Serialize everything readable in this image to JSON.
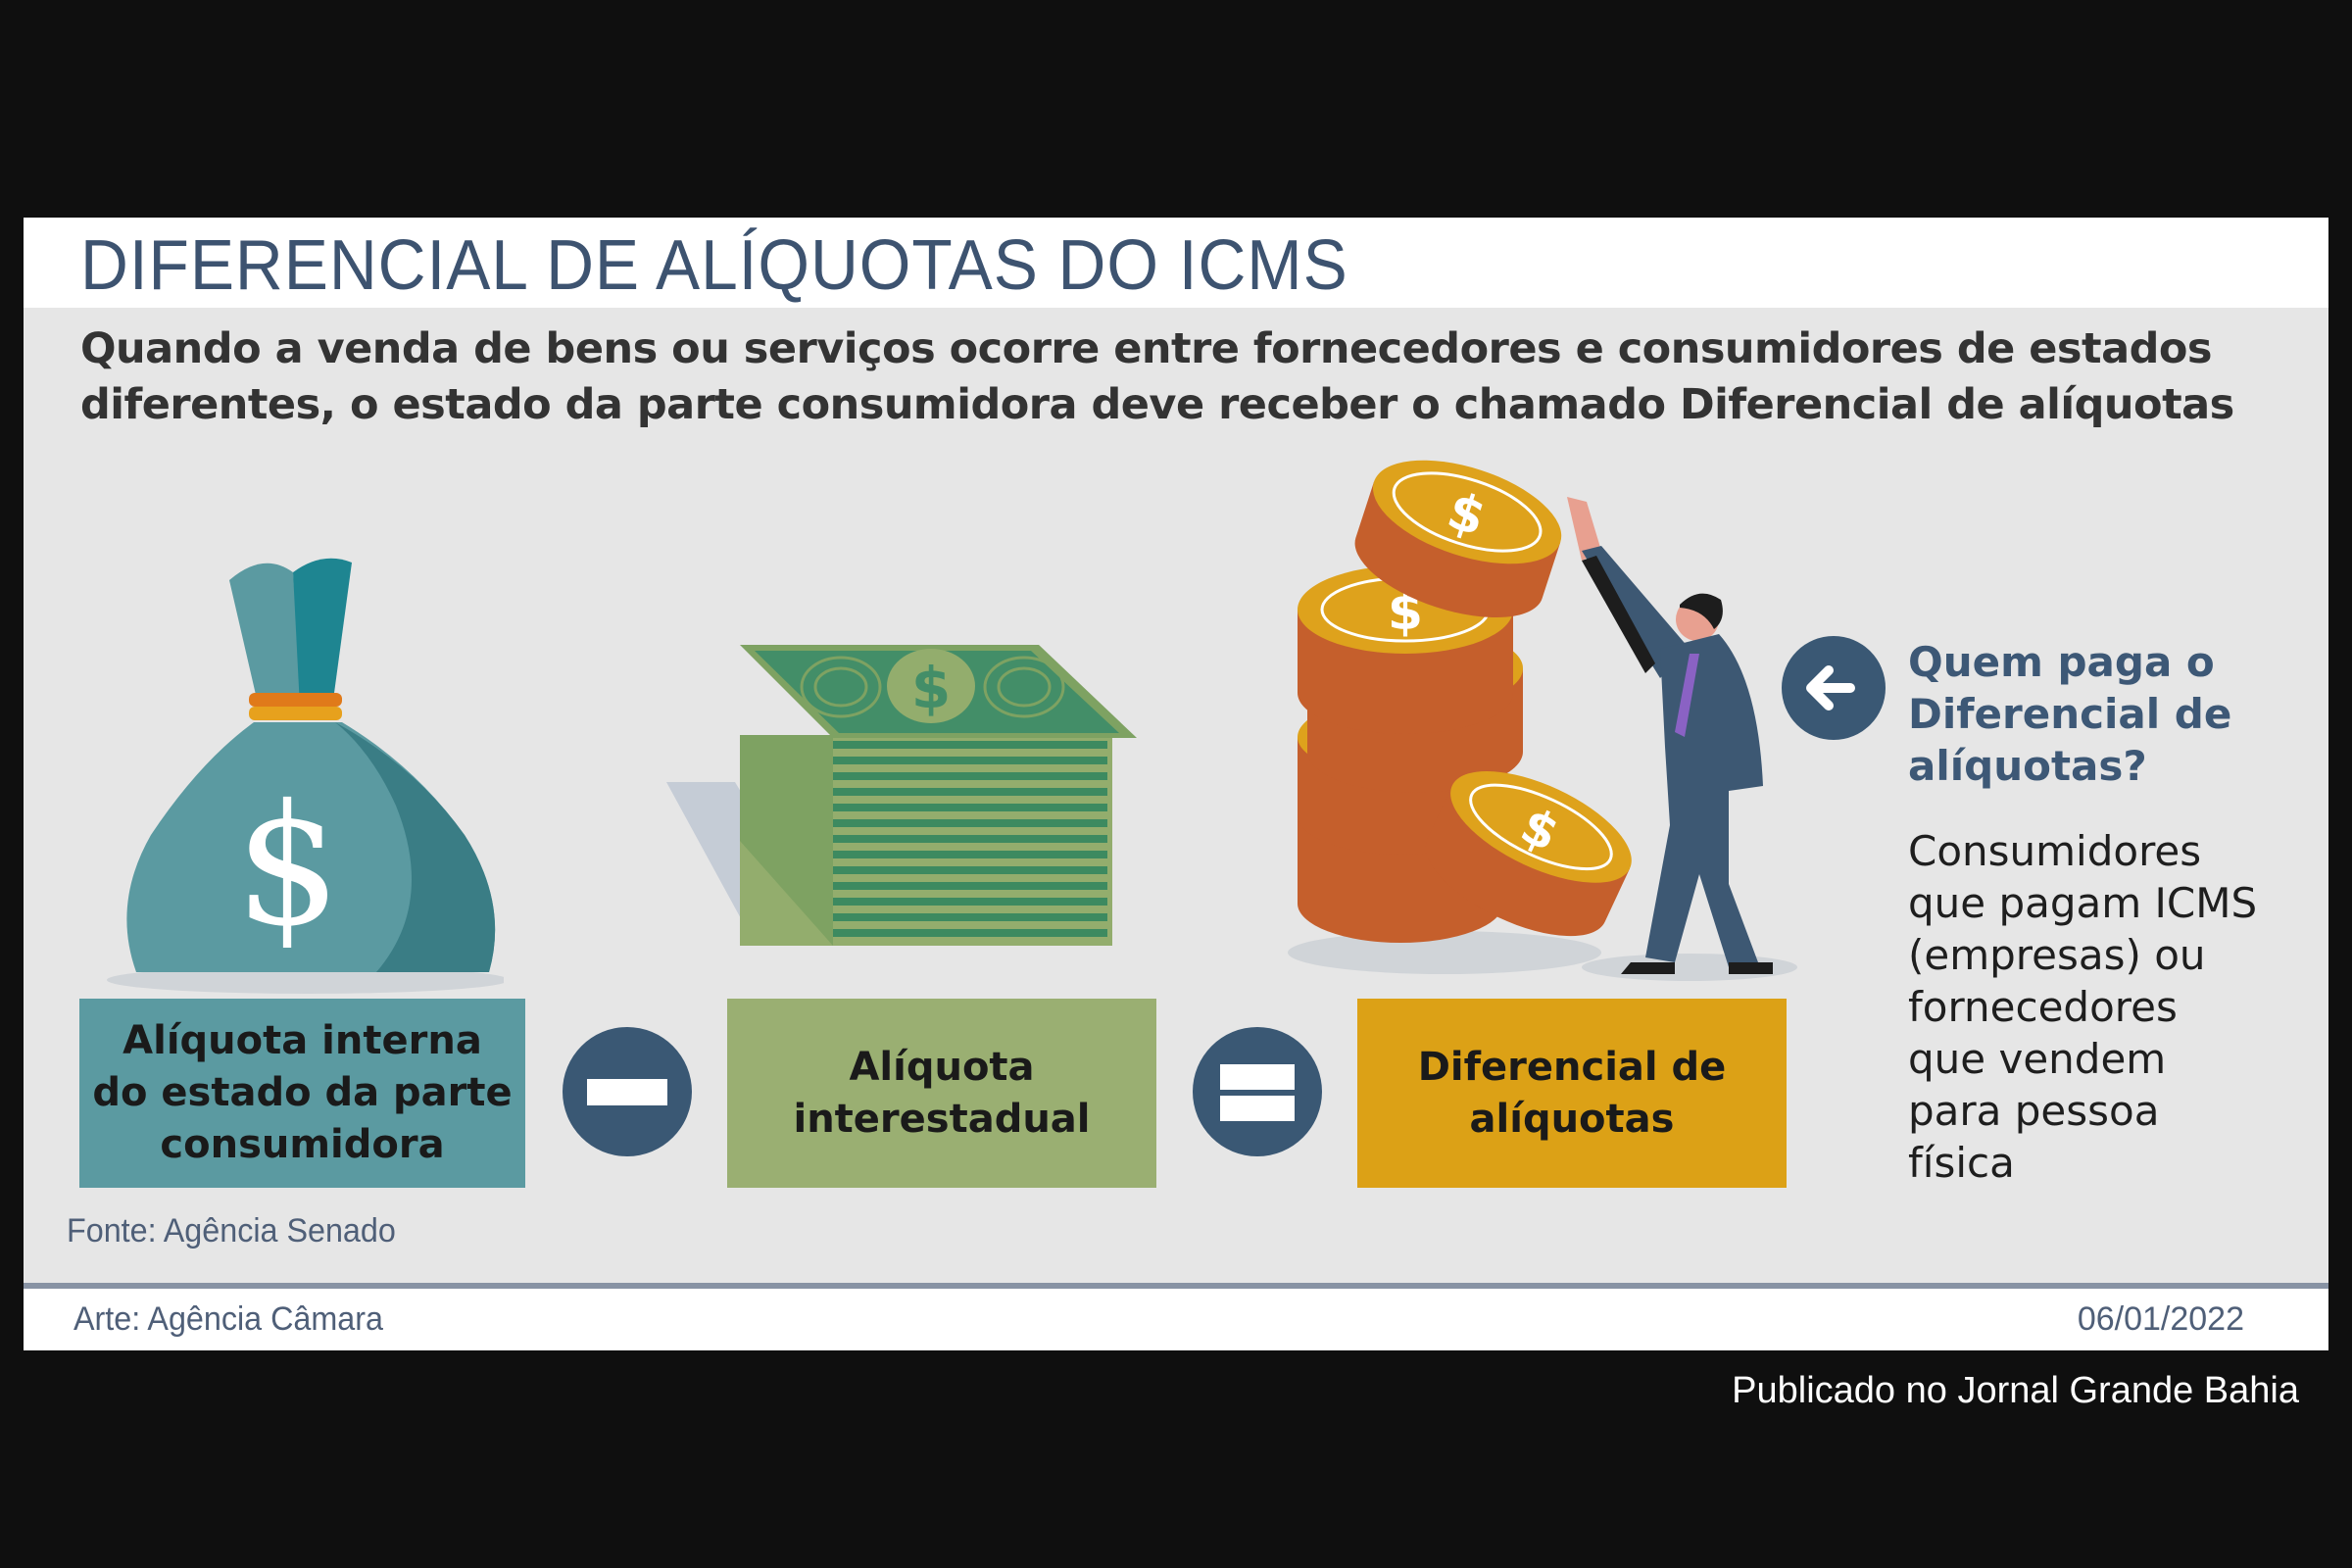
{
  "infographic": {
    "title": "DIFERENCIAL DE ALÍQUOTAS DO ICMS",
    "subtitle_lines": [
      "Quando a venda de bens ou serviços ocorre entre fornecedores e consumidores de estados",
      "diferentes, o estado da parte consumidora deve receber o chamado Diferencial de alíquotas"
    ],
    "formula": {
      "term1": {
        "lines": [
          "Alíquota interna",
          "do estado da parte",
          "consumidora"
        ],
        "icon": "money-bag-icon",
        "color": "#5b9aa1"
      },
      "operator1": "minus",
      "term2": {
        "lines": [
          "Alíquota",
          "interestadual"
        ],
        "icon": "cash-stack-icon",
        "color": "#9aaf72"
      },
      "operator2": "equals",
      "result": {
        "lines": [
          "Diferencial de",
          "alíquotas"
        ],
        "icon": "coins-and-man-icon",
        "color": "#dca116"
      }
    },
    "side_panel": {
      "icon": "arrow-left-icon",
      "question_lines": [
        "Quem paga o",
        "Diferencial de",
        "alíquotas?"
      ],
      "answer_lines": [
        "Consumidores",
        "que pagam ICMS",
        "(empresas) ou",
        "fornecedores",
        "que vendem",
        "para pessoa",
        "física"
      ]
    },
    "source": "Fonte: Agência Senado",
    "credit": "Arte: Agência Câmara",
    "date": "06/01/2022"
  },
  "caption": "Publicado no Jornal Grande Bahia",
  "colors": {
    "title": "#3d5370",
    "operator": "#3a5874",
    "background": "#e6e6e6",
    "page": "#0f0f0f"
  }
}
